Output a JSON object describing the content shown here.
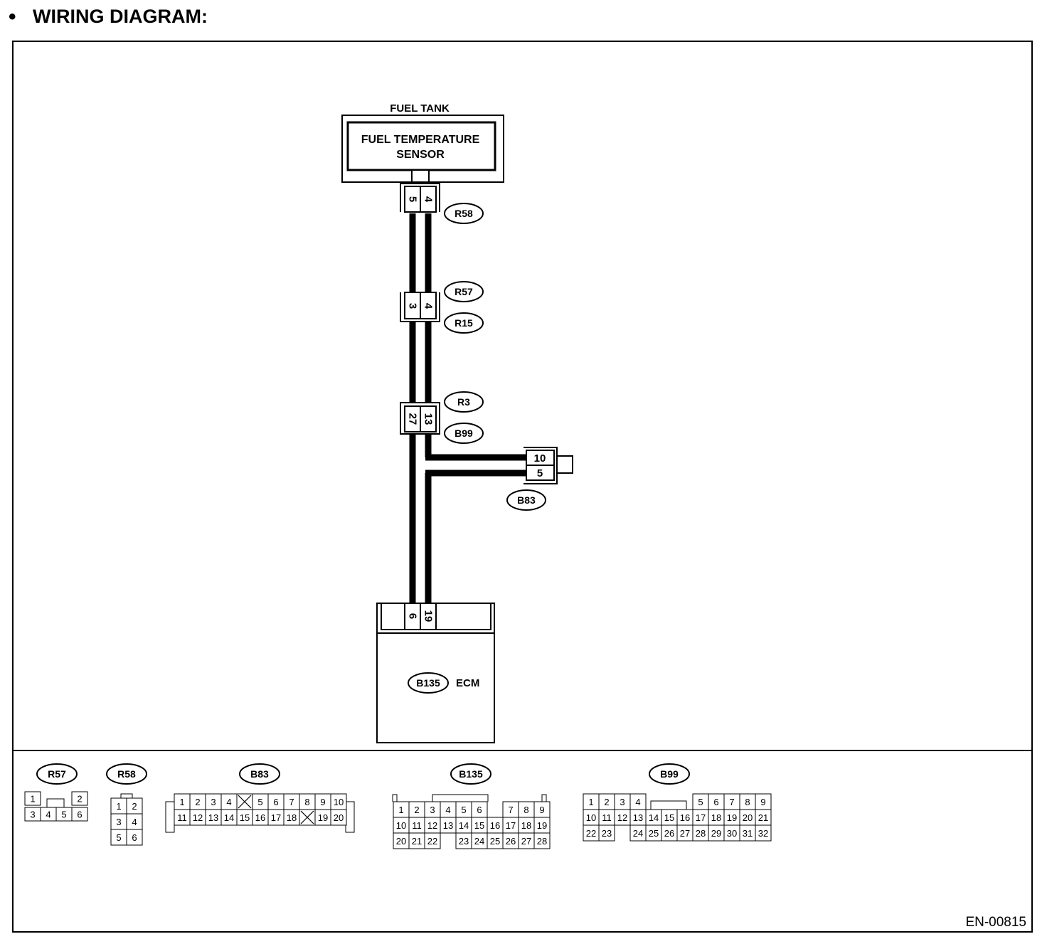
{
  "header": {
    "bullet": "•",
    "title": "WIRING DIAGRAM:"
  },
  "fuel_tank": {
    "label": "FUEL TANK",
    "sensor_line1": "FUEL TEMPERATURE",
    "sensor_line2": "SENSOR"
  },
  "connectors": {
    "r58": {
      "tag": "R58",
      "pins": [
        "5",
        "4"
      ]
    },
    "r57_r15": {
      "tag_top": "R57",
      "tag_bottom": "R15",
      "pins": [
        "3",
        "4"
      ]
    },
    "r3_b99": {
      "tag_top": "R3",
      "tag_bottom": "B99",
      "pins": [
        "27",
        "13"
      ]
    },
    "b83": {
      "tag": "B83",
      "pins": [
        "10",
        "5"
      ]
    },
    "ecm": {
      "pins": [
        "6",
        "19"
      ],
      "tag": "B135",
      "label": "ECM"
    }
  },
  "legend": {
    "r57": {
      "tag": "R57",
      "top": [
        "1",
        "2"
      ],
      "bottom": [
        "3",
        "4",
        "5",
        "6"
      ]
    },
    "r58": {
      "tag": "R58",
      "rows": [
        [
          "1",
          "2"
        ],
        [
          "3",
          "4"
        ],
        [
          "5",
          "6"
        ]
      ]
    },
    "b83": {
      "tag": "B83",
      "top": [
        "1",
        "2",
        "3",
        "4",
        "",
        "5",
        "6",
        "7",
        "8",
        "9",
        "10"
      ],
      "bottom": [
        "11",
        "12",
        "13",
        "14",
        "15",
        "16",
        "17",
        "18",
        "",
        "19",
        "20"
      ]
    },
    "b135": {
      "tag": "B135",
      "row1": [
        "1",
        "2",
        "3",
        "4",
        "5",
        "6",
        "",
        "7",
        "8",
        "9"
      ],
      "row2": [
        "10",
        "11",
        "12",
        "13",
        "14",
        "15",
        "16",
        "17",
        "18",
        "19"
      ],
      "row3": [
        "20",
        "21",
        "22",
        "",
        "23",
        "24",
        "25",
        "26",
        "27",
        "28"
      ]
    },
    "b99": {
      "tag": "B99",
      "row1": [
        "1",
        "2",
        "3",
        "4",
        "",
        "",
        "",
        "5",
        "6",
        "7",
        "8",
        "9"
      ],
      "row2": [
        "10",
        "11",
        "12",
        "13",
        "14",
        "15",
        "16",
        "17",
        "18",
        "19",
        "20",
        "21"
      ],
      "row3": [
        "22",
        "23",
        "",
        "24",
        "25",
        "26",
        "27",
        "28",
        "29",
        "30",
        "31",
        "32"
      ]
    }
  },
  "figure_id": "EN-00815"
}
